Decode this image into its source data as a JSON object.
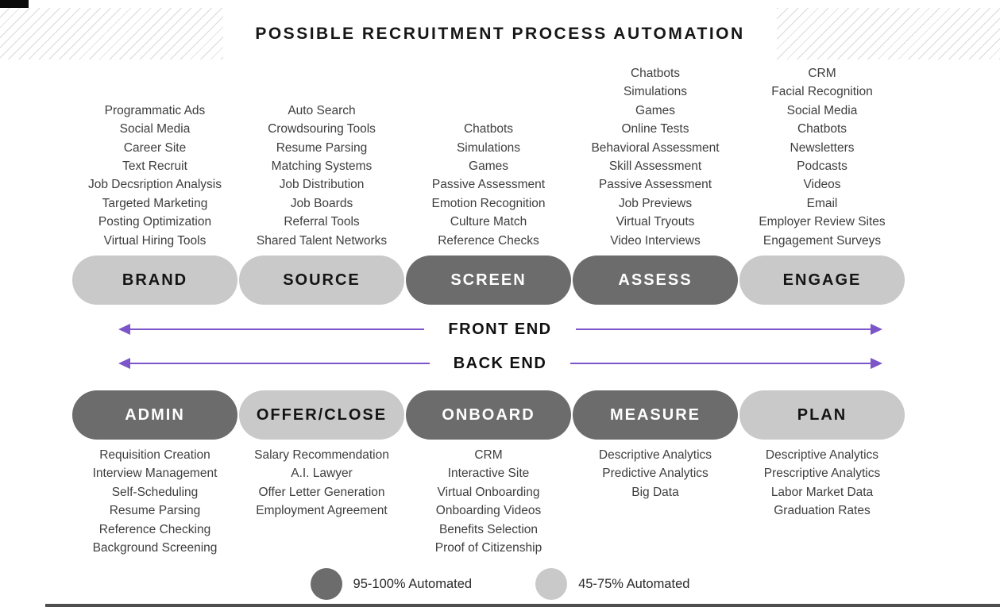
{
  "title": "POSSIBLE RECRUITMENT PROCESS AUTOMATION",
  "colors": {
    "dark_pill": "#6C6C6C",
    "light_pill": "#C9C9C9",
    "arrow_purple": "#7C55C8",
    "item_text": "#3E3E3E",
    "title_text": "#161616"
  },
  "top_stages": [
    {
      "label": "BRAND",
      "shade": "light",
      "items": [
        "Programmatic Ads",
        "Social Media",
        "Career Site",
        "Text Recruit",
        "Job Decsription Analysis",
        "Targeted Marketing",
        "Posting Optimization",
        "Virtual Hiring Tools"
      ]
    },
    {
      "label": "SOURCE",
      "shade": "light",
      "items": [
        "Auto Search",
        "Crowdsouring Tools",
        "Resume Parsing",
        "Matching Systems",
        "Job Distribution",
        "Job Boards",
        "Referral Tools",
        "Shared Talent Networks"
      ]
    },
    {
      "label": "SCREEN",
      "shade": "dark",
      "items": [
        "Chatbots",
        "Simulations",
        "Games",
        "Passive Assessment",
        "Emotion Recognition",
        "Culture Match",
        "Reference Checks"
      ]
    },
    {
      "label": "ASSESS",
      "shade": "dark",
      "items": [
        "Chatbots",
        "Simulations",
        "Games",
        "Online Tests",
        "Behavioral Assessment",
        "Skill Assessment",
        "Passive Assessment",
        "Job Previews",
        "Virtual Tryouts",
        "Video Interviews"
      ]
    },
    {
      "label": "ENGAGE",
      "shade": "light",
      "items": [
        "CRM",
        "Facial Recognition",
        "Social Media",
        "Chatbots",
        "Newsletters",
        "Podcasts",
        "Videos",
        "Email",
        "Employer Review Sites",
        "Engagement Surveys"
      ]
    }
  ],
  "arrows": [
    {
      "label": "FRONT END"
    },
    {
      "label": "BACK END"
    }
  ],
  "bottom_stages": [
    {
      "label": "ADMIN",
      "shade": "dark",
      "items": [
        "Requisition Creation",
        "Interview Management",
        "Self-Scheduling",
        "Resume Parsing",
        "Reference Checking",
        "Background Screening"
      ]
    },
    {
      "label": "OFFER/CLOSE",
      "shade": "light",
      "items": [
        "Salary Recommendation",
        "A.I. Lawyer",
        "Offer Letter Generation",
        "Employment Agreement"
      ]
    },
    {
      "label": "ONBOARD",
      "shade": "dark",
      "items": [
        "CRM",
        "Interactive Site",
        "Virtual Onboarding",
        "Onboarding Videos",
        "Benefits Selection",
        "Proof of Citizenship"
      ]
    },
    {
      "label": "MEASURE",
      "shade": "dark",
      "items": [
        "Descriptive Analytics",
        "Predictive Analytics",
        "Big Data"
      ]
    },
    {
      "label": "PLAN",
      "shade": "light",
      "items": [
        "Descriptive Analytics",
        "Prescriptive Analytics",
        "Labor Market Data",
        "Graduation Rates"
      ]
    }
  ],
  "legend": [
    {
      "label": "95-100% Automated",
      "shade": "dark"
    },
    {
      "label": "45-75% Automated",
      "shade": "light"
    }
  ]
}
